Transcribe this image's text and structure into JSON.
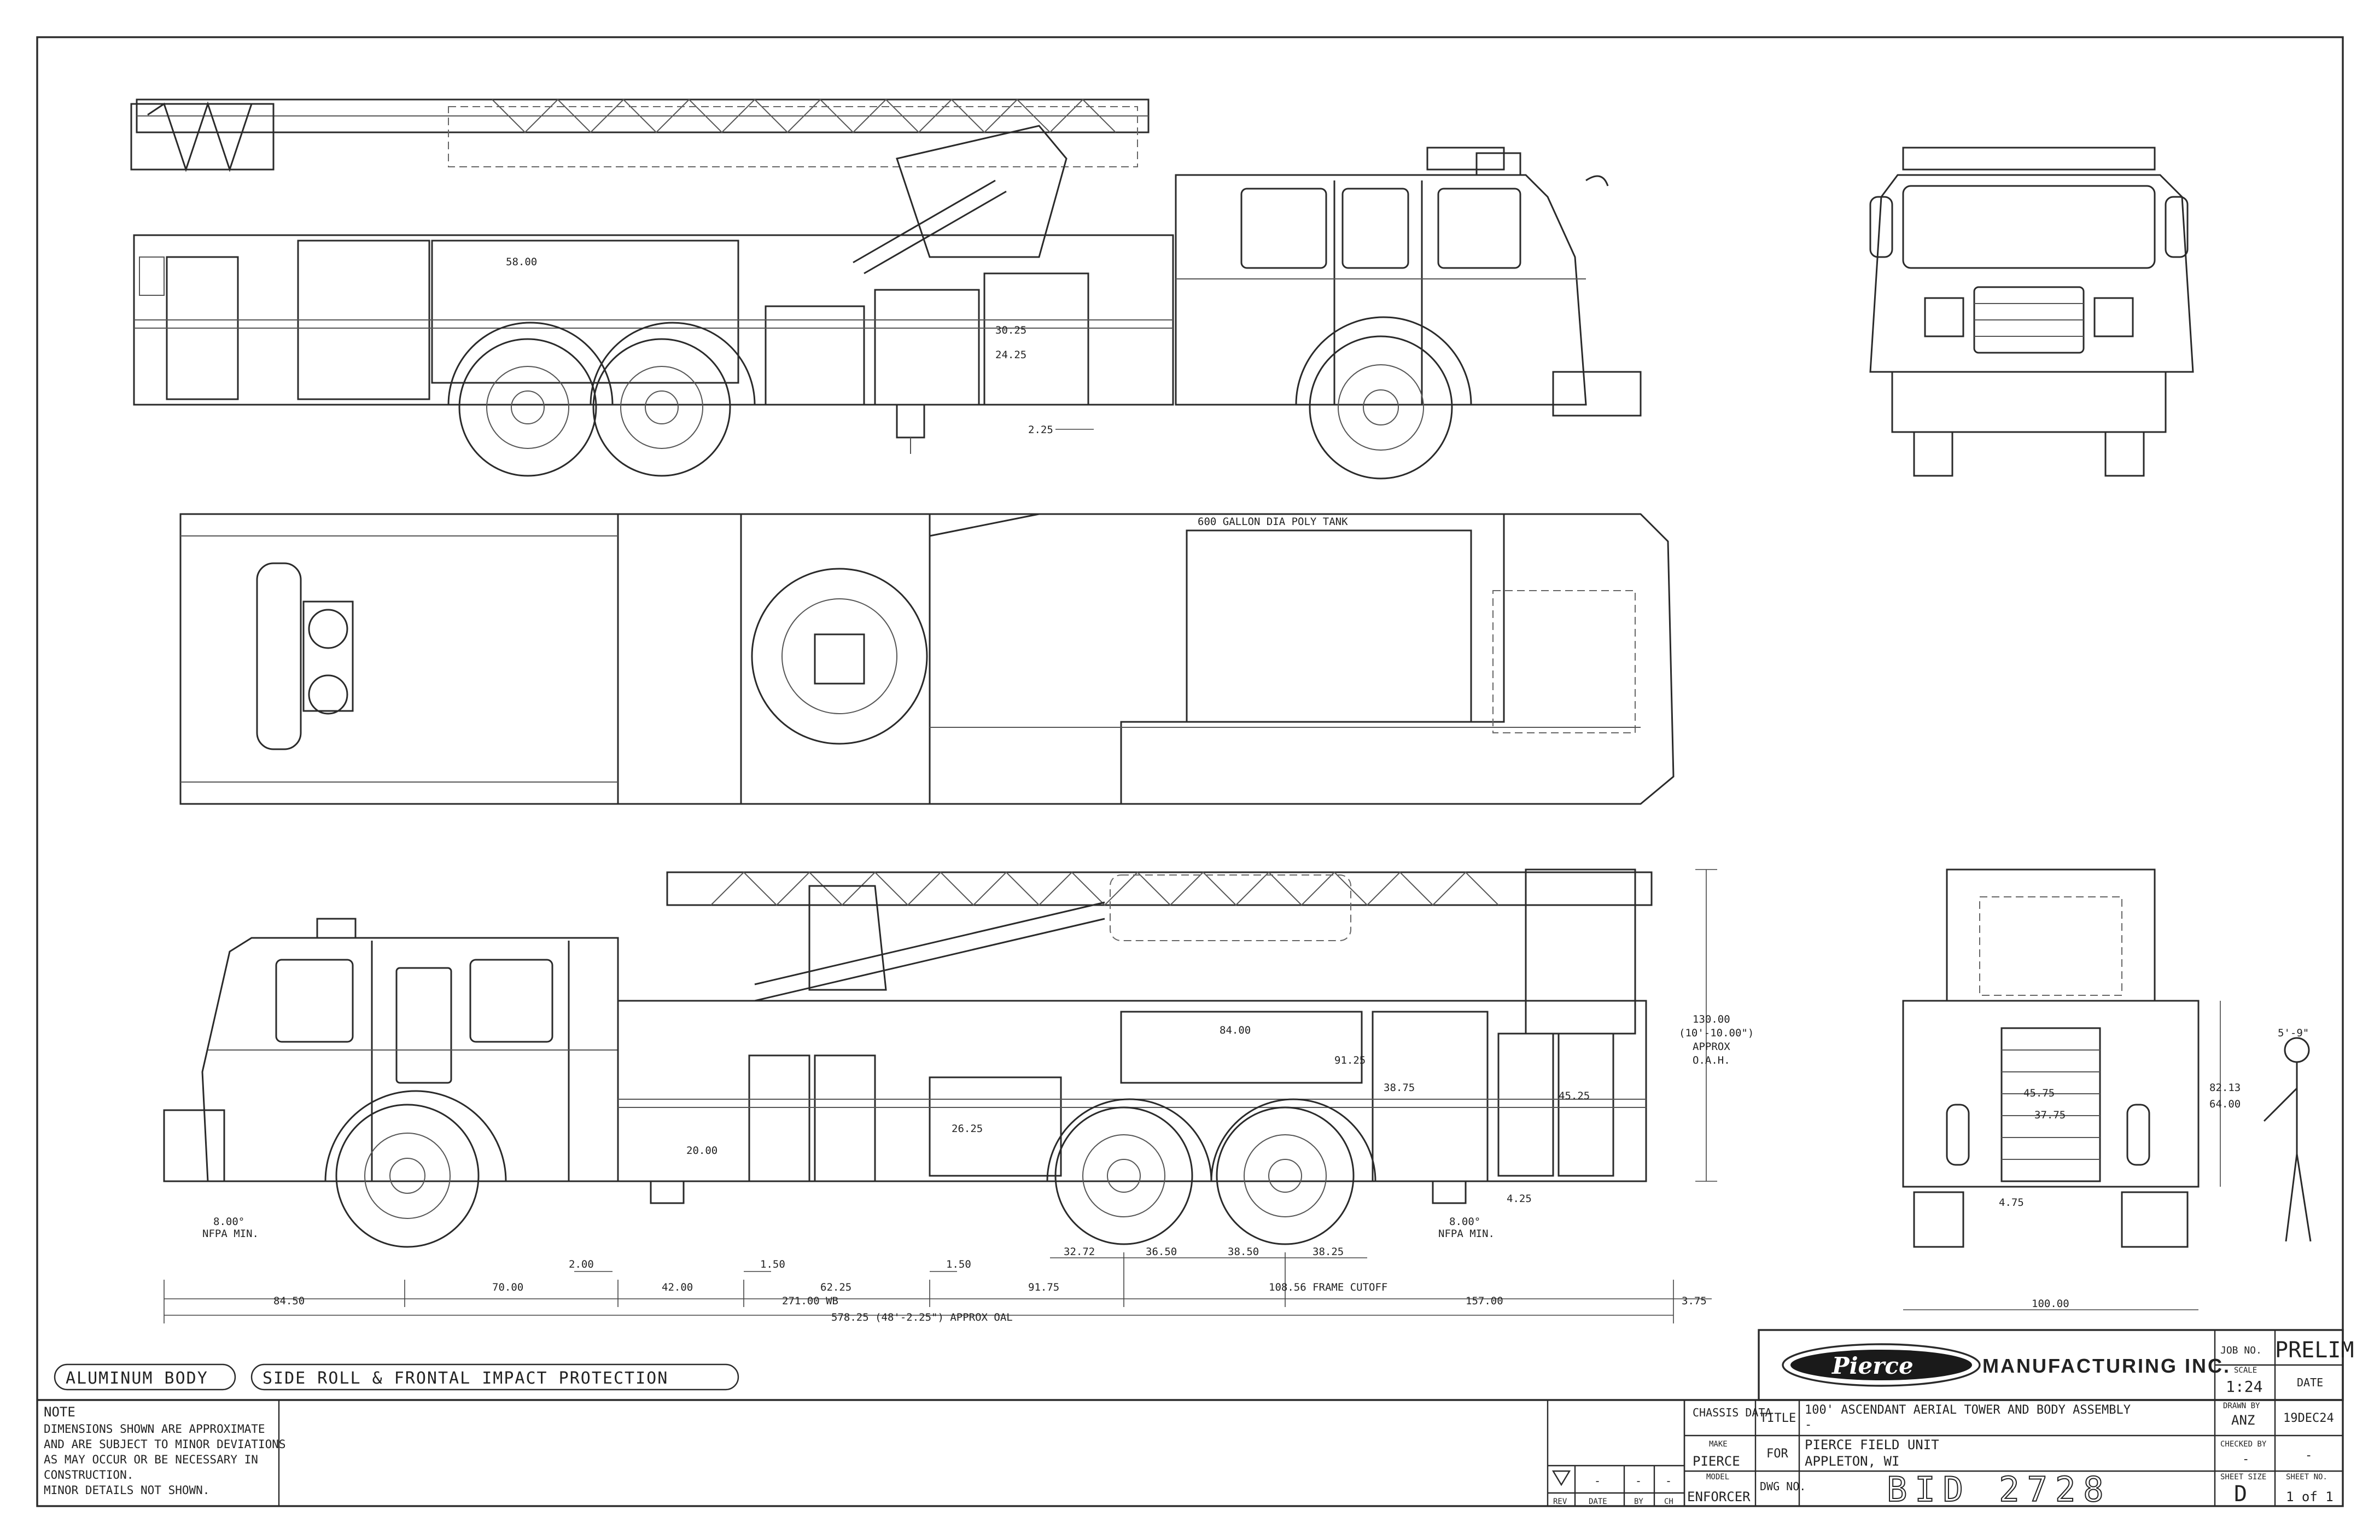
{
  "title_block": {
    "company": "MANUFACTURING INC.",
    "logo_text": "Pierce",
    "job_no_label": "JOB NO.",
    "job_no": "PRELIM",
    "scale_label": "SCALE",
    "scale": "1:24",
    "date_label": "DATE",
    "date": "19DEC24",
    "drawn_by_label": "DRAWN BY",
    "drawn_by": "ANZ",
    "checked_by_label": "CHECKED BY",
    "checked_by": "-",
    "sheet_size_label": "SHEET SIZE",
    "sheet_size": "D",
    "sheet_no_label": "SHEET NO.",
    "sheet_no": "1 of 1",
    "title_label": "TITLE",
    "title": "100' ASCENDANT AERIAL TOWER AND BODY ASSEMBLY",
    "title_sub": "-",
    "for_label": "FOR",
    "for_line1": "PIERCE FIELD UNIT",
    "for_line2": "APPLETON, WI",
    "dwg_label": "DWG NO.",
    "dwg_no": "BID 2728",
    "chassis_label": "CHASSIS DATA",
    "make_label": "MAKE",
    "make": "PIERCE",
    "model_label": "MODEL",
    "model": "ENFORCER"
  },
  "revision": {
    "headers": [
      "REV",
      "DATE",
      "BY",
      "CH"
    ],
    "row": [
      "-",
      "-",
      "-"
    ]
  },
  "notes": {
    "title": "NOTE",
    "lines": [
      "DIMENSIONS SHOWN ARE APPROXIMATE",
      "AND ARE SUBJECT TO MINOR DEVIATIONS",
      "AS MAY OCCUR OR BE NECESSARY IN",
      "CONSTRUCTION.",
      "MINOR DETAILS NOT SHOWN."
    ]
  },
  "labels": {
    "body_tag": "ALUMINUM BODY",
    "protection_tag": "SIDE ROLL & FRONTAL IMPACT PROTECTION",
    "tank": "600 GALLON DIA POLY TANK"
  },
  "dimensions": {
    "overall": "578.25 (48'-2.25\") APPROX OAL",
    "wb": "271.00 WB",
    "front_oh": "84.50",
    "d70": "70.00",
    "d42": "42.00",
    "d6225": "62.25",
    "d9175": "91.75",
    "frame_cutoff": "108.56 FRAME CUTOFF",
    "rear_oh": "157.00",
    "d375": "3.75",
    "d200": "2.00",
    "d150a": "1.50",
    "d150b": "1.50",
    "d3272": "32.72",
    "d3650": "36.50",
    "d3850": "38.50",
    "d3825": "38.25",
    "height": "130.00",
    "height_ft": "(10'-10.00\")",
    "height_note1": "APPROX",
    "height_note2": "O.A.H.",
    "nfpa_front1": "8.00°",
    "nfpa_front2": "NFPA MIN.",
    "nfpa_rear1": "8.00°",
    "nfpa_rear2": "NFPA MIN.",
    "rear_width": "100.00",
    "rear_h1": "82.13",
    "rear_h2": "64.00",
    "rear_475": "4.75",
    "person": "5'-9\"",
    "top_225": "2.25",
    "comp_8400": "84.00",
    "comp_9125": "91.25",
    "comp_4575": "45.75",
    "comp_3775": "37.75",
    "comp_2000": "20.00",
    "comp_3875": "38.75",
    "comp_2625": "26.25",
    "comp_4525": "45.25",
    "comp_425": "4.25",
    "top_5800": "58.00",
    "top_3025": "30.25",
    "top_2425": "24.25"
  }
}
